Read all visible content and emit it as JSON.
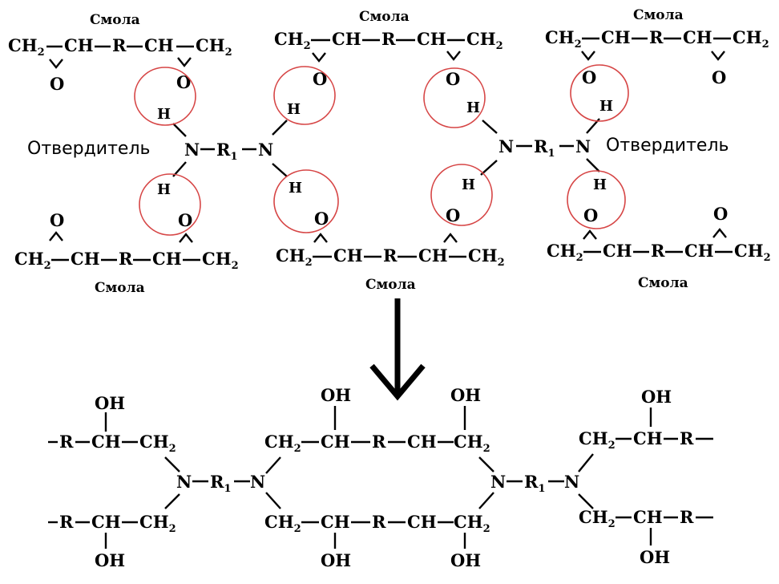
{
  "labels": {
    "resin": "Смола",
    "hardener": "Отвердитель"
  },
  "atoms": {
    "ch2": "CH",
    "sub2": "2",
    "ch": "CH",
    "r": "R",
    "o": "O",
    "h": "H",
    "n": "N",
    "r1": "R",
    "sub1": "1",
    "oh": "OH",
    "dash": "–"
  },
  "colors": {
    "circle": "#d64545",
    "ink": "#000000"
  }
}
